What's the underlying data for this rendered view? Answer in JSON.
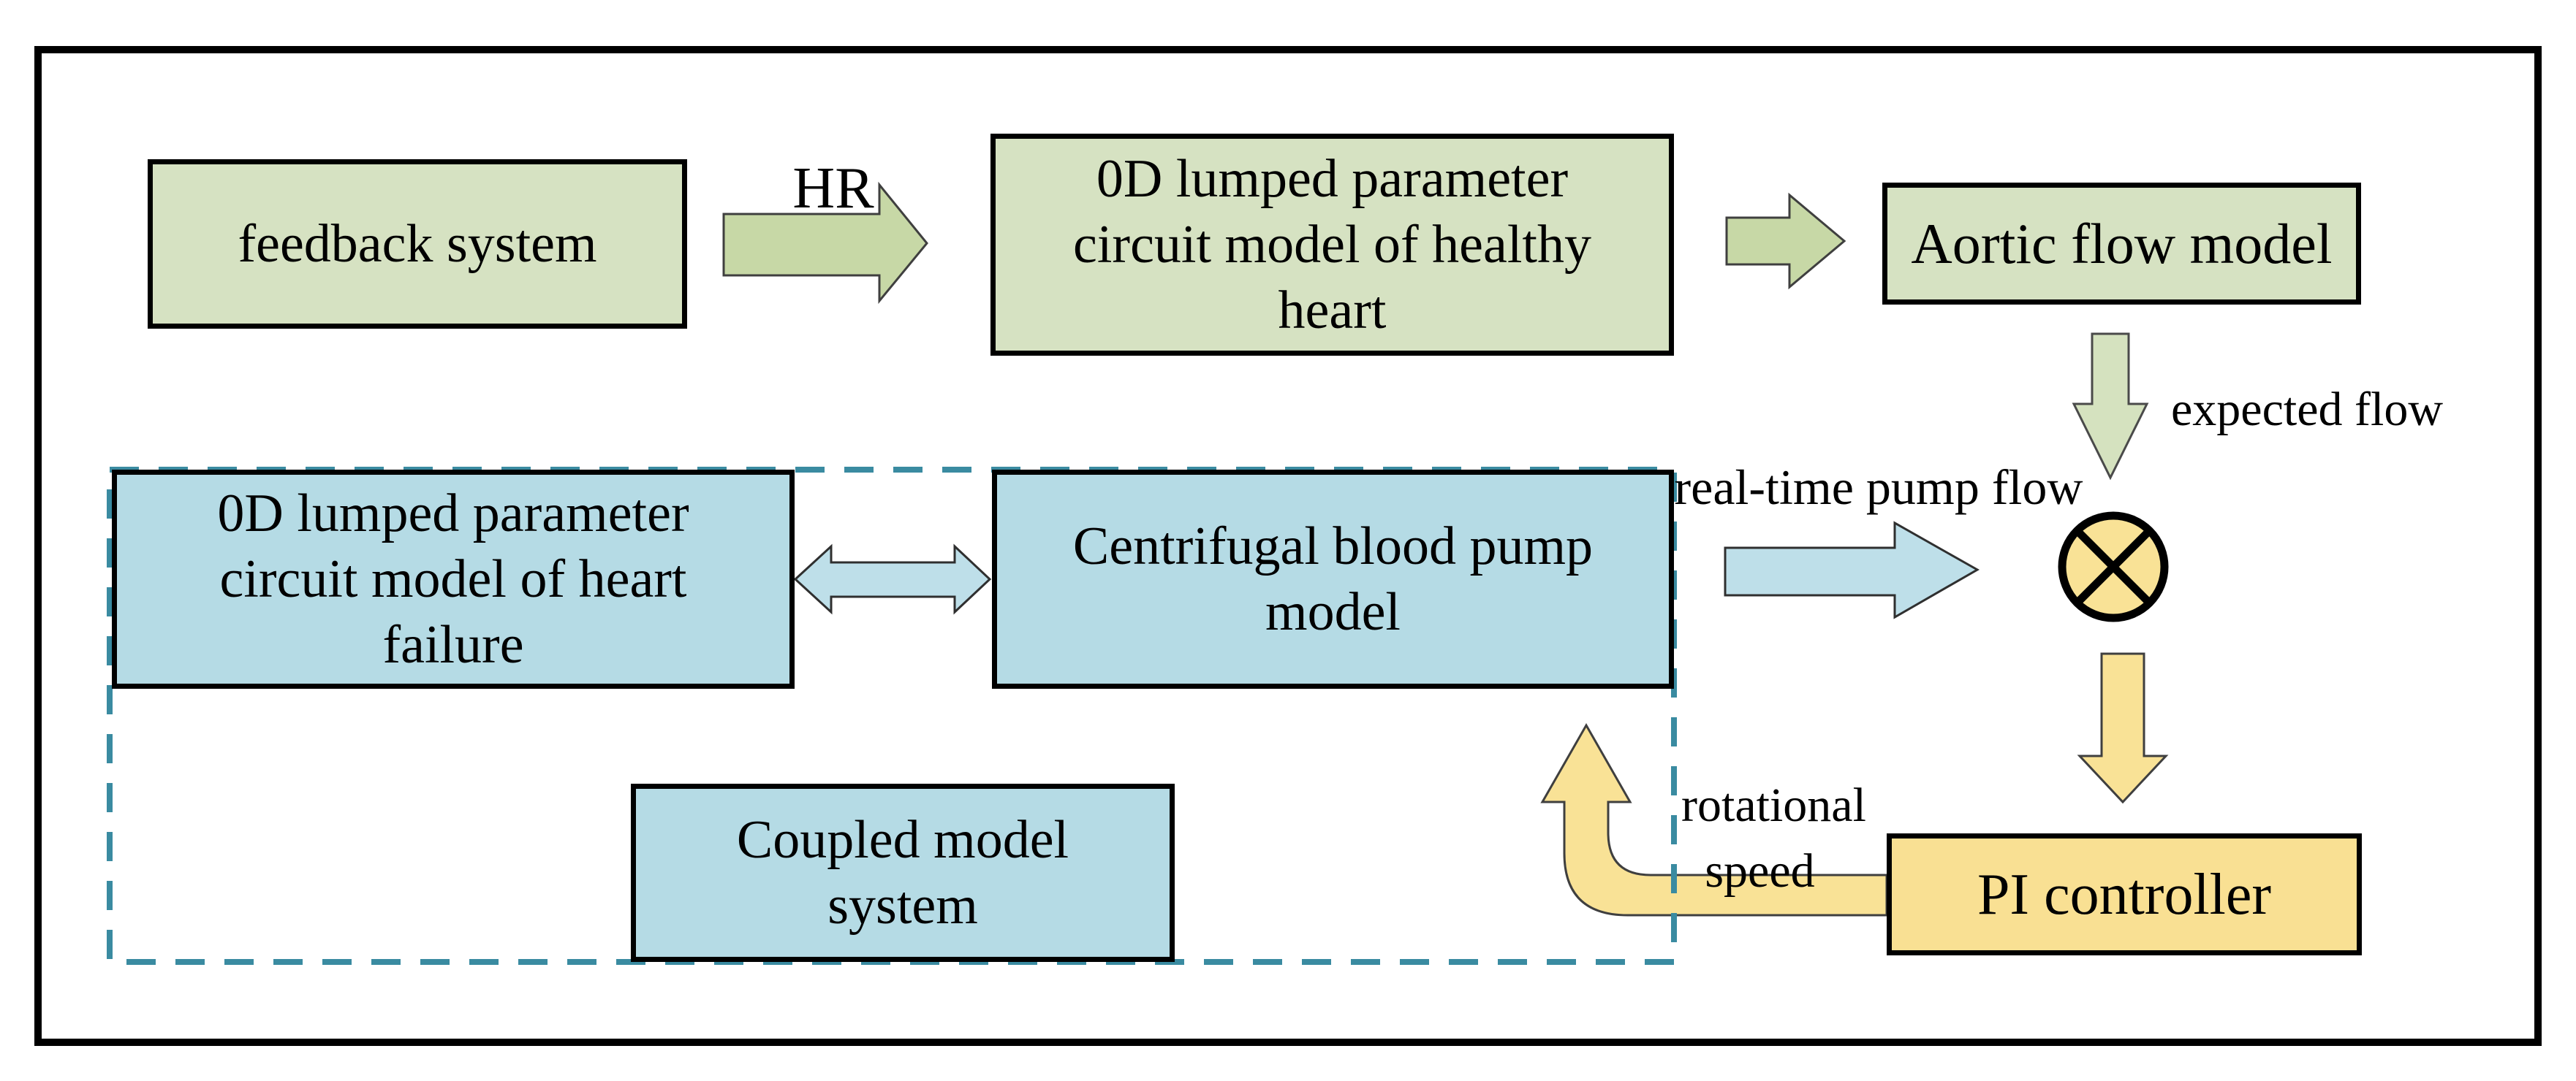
{
  "diagram": {
    "boxes": {
      "feedback": {
        "label": "feedback system"
      },
      "healthy_heart": {
        "label": "0D lumped parameter circuit model of healthy heart"
      },
      "aortic": {
        "label": "Aortic flow model"
      },
      "heart_failure": {
        "label": "0D lumped parameter circuit model of heart failure"
      },
      "pump": {
        "label": "Centrifugal blood pump model"
      },
      "coupled": {
        "label": "Coupled model system"
      },
      "pi": {
        "label": "PI controller"
      }
    },
    "labels": {
      "hr": "HR",
      "expected_flow": "expected flow",
      "real_time_pump_flow": "real-time pump flow",
      "rotational_line1": "rotational",
      "rotational_line2": "speed"
    },
    "icons": {
      "junction": "multiply-comparison-junction-icon"
    },
    "colors": {
      "green-box": "#d6e2c2",
      "green-arrow": "#c7d8a6",
      "green-arrow-light": "#d5e2bf",
      "blue-box": "#b5dbe5",
      "blue-arrow": "#bedfe9",
      "yellow-shape": "#f9e296",
      "yellow-box": "#f9e093",
      "teal-dash": "#3a8ba1"
    }
  }
}
